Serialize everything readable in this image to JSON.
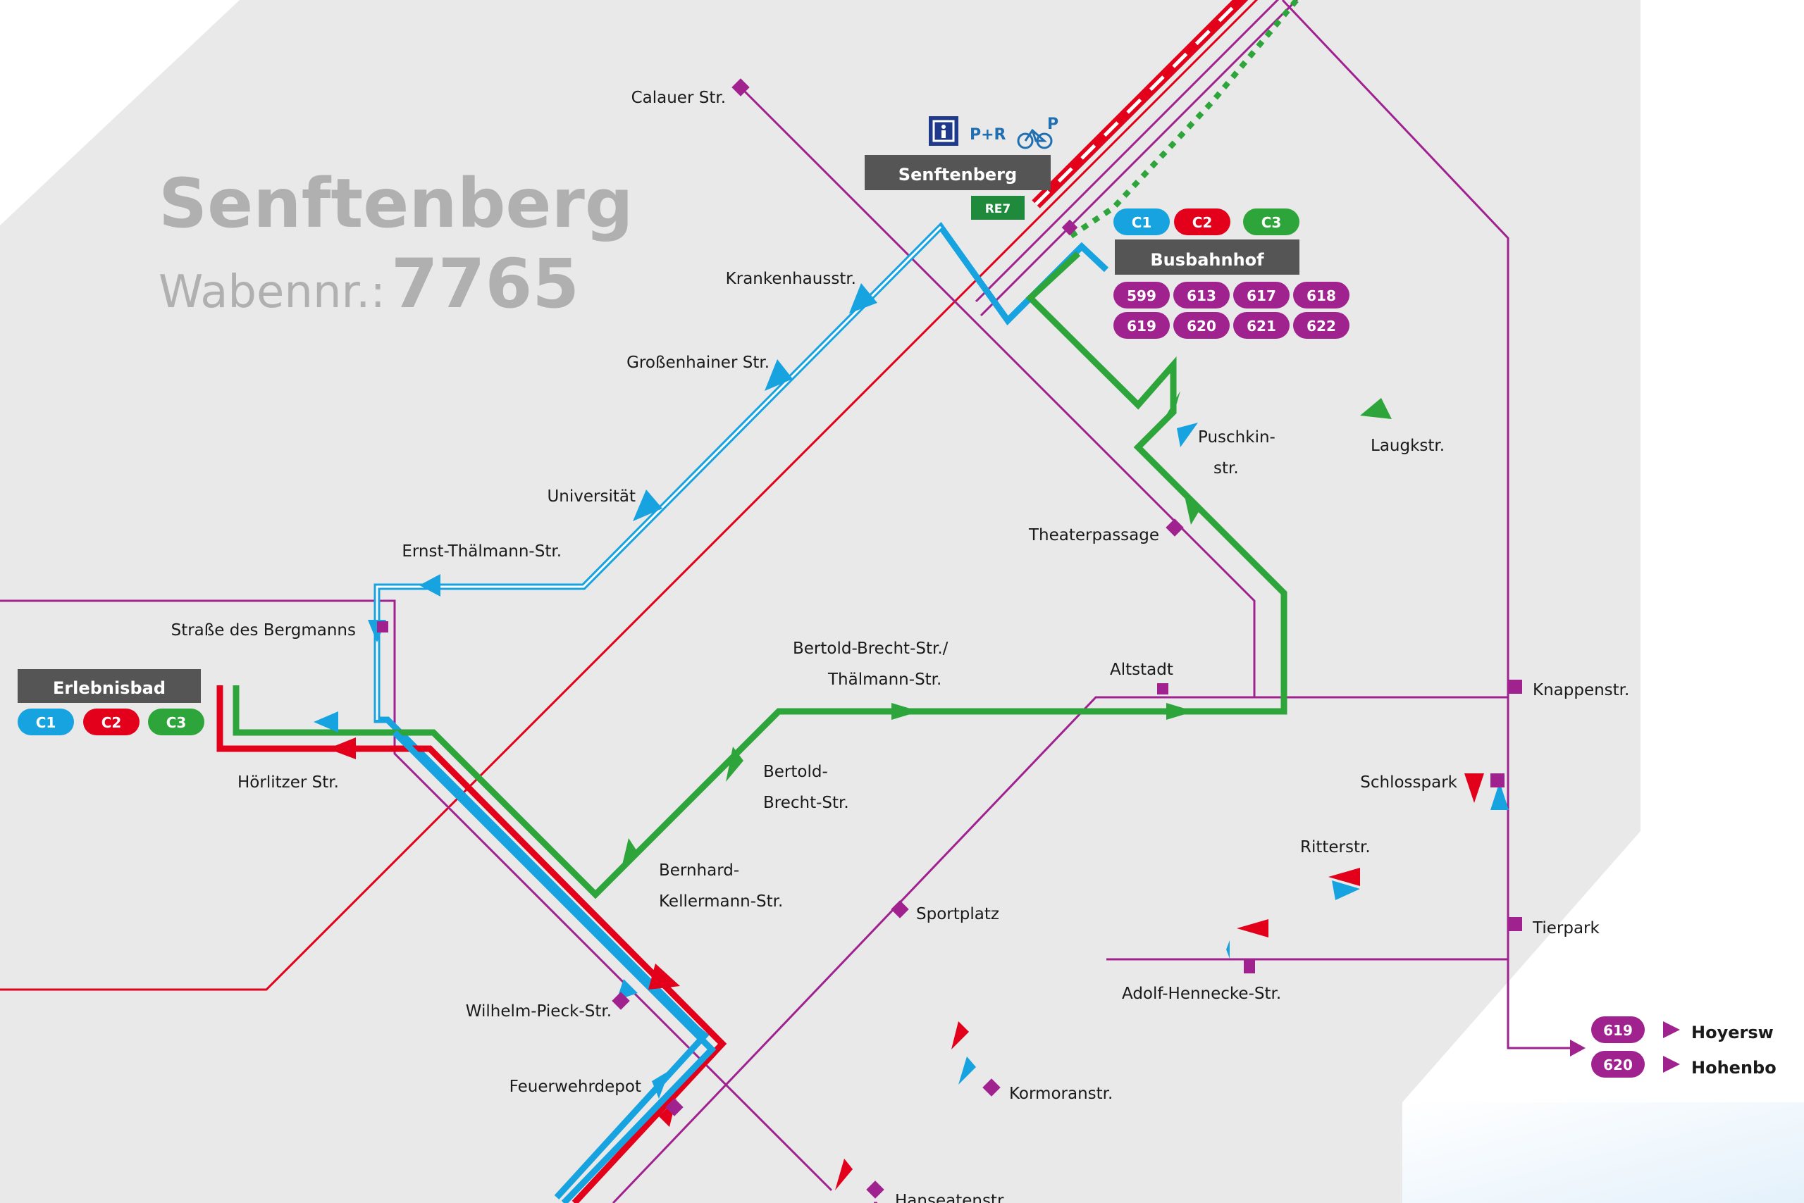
{
  "zone": {
    "city": "Senftenberg",
    "zone_label": "Wabennr.:",
    "zone_number": "7765"
  },
  "colors": {
    "c1": "#17a3e0",
    "c2": "#e2001a",
    "c3": "#2ea53a",
    "regional_bus": "#a0228f",
    "rail": "#e2001a",
    "zone_area": "#e9e9ea",
    "label_box": "#555555",
    "re_green": "#1f8a3b",
    "pr_blue": "#1f6fb2"
  },
  "main_station": {
    "name": "Senftenberg",
    "train": "RE7",
    "services": {
      "lift_icon": "elevator-icon",
      "park_ride": "P+R",
      "bike_parking": "bike-park-icon",
      "bike_parking_p": "P"
    }
  },
  "hub": {
    "name": "Busbahnhof",
    "city_lines": [
      "C1",
      "C2",
      "C3"
    ],
    "regional_lines": [
      "599",
      "613",
      "617",
      "618",
      "619",
      "620",
      "621",
      "622"
    ]
  },
  "terminus": {
    "name": "Erlebnisbad",
    "lines": [
      "C1",
      "C2",
      "C3"
    ]
  },
  "stops": {
    "calauer": "Calauer Str.",
    "krankenhaus": "Krankenhausstr.",
    "grossenhainer": "Großenhainer Str.",
    "universitaet": "Universität",
    "ernst_thaelmann": "Ernst-Thälmann-Str.",
    "bergmanns": "Straße des Bergmanns",
    "hoerlitzer": "Hörlitzer Str.",
    "puschkin_1": "Puschkin-",
    "puschkin_2": "str.",
    "laugk": "Laugkstr.",
    "theater": "Theaterpassage",
    "bb_thaelmann_1": "Bertold-Brecht-Str./",
    "bb_thaelmann_2": "Thälmann-Str.",
    "altstadt": "Altstadt",
    "knappen": "Knappenstr.",
    "schlosspark": "Schlosspark",
    "bertold_1": "Bertold-",
    "bertold_2": "Brecht-Str.",
    "ritter": "Ritterstr.",
    "bernhard_1": "Bernhard-",
    "bernhard_2": "Kellermann-Str.",
    "sportplatz": "Sportplatz",
    "tierpark": "Tierpark",
    "adolf": "Adolf-Hennecke-Str.",
    "wilhelm": "Wilhelm-Pieck-Str.",
    "feuerwehr": "Feuerwehrdepot",
    "kormoran": "Kormoranstr.",
    "hanseaten": "Hanseatenstr."
  },
  "destinations": [
    {
      "line": "619",
      "name": "Hoyersw"
    },
    {
      "line": "620",
      "name": "Hohenbo"
    }
  ]
}
